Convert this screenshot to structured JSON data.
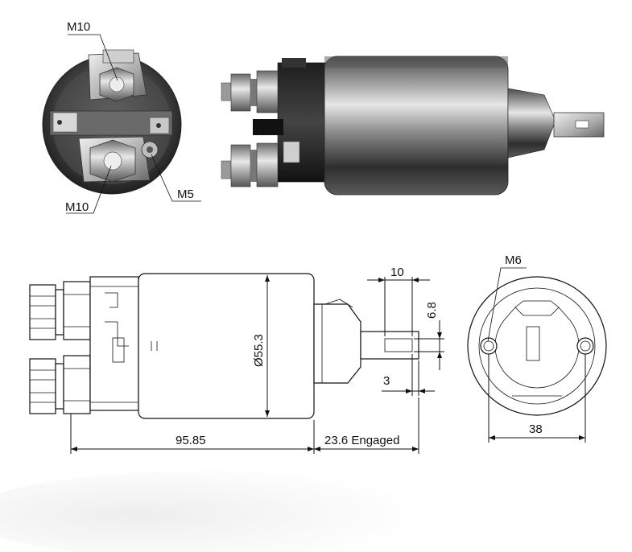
{
  "photo_labels": {
    "m10_top": "M10",
    "m10_bottom": "M10",
    "m5": "M5"
  },
  "drawing_labels": {
    "plunger_width": "10",
    "plunger_height": "6.8",
    "plunger_slot": "3",
    "diameter": "Ø55.3",
    "body_length": "95.85",
    "engaged": "23.6 Engaged",
    "m6": "M6",
    "hole_spacing": "38"
  },
  "colors": {
    "metal_dark": "#3a3a3a",
    "metal_light": "#d8d8d8",
    "line": "#111111"
  }
}
